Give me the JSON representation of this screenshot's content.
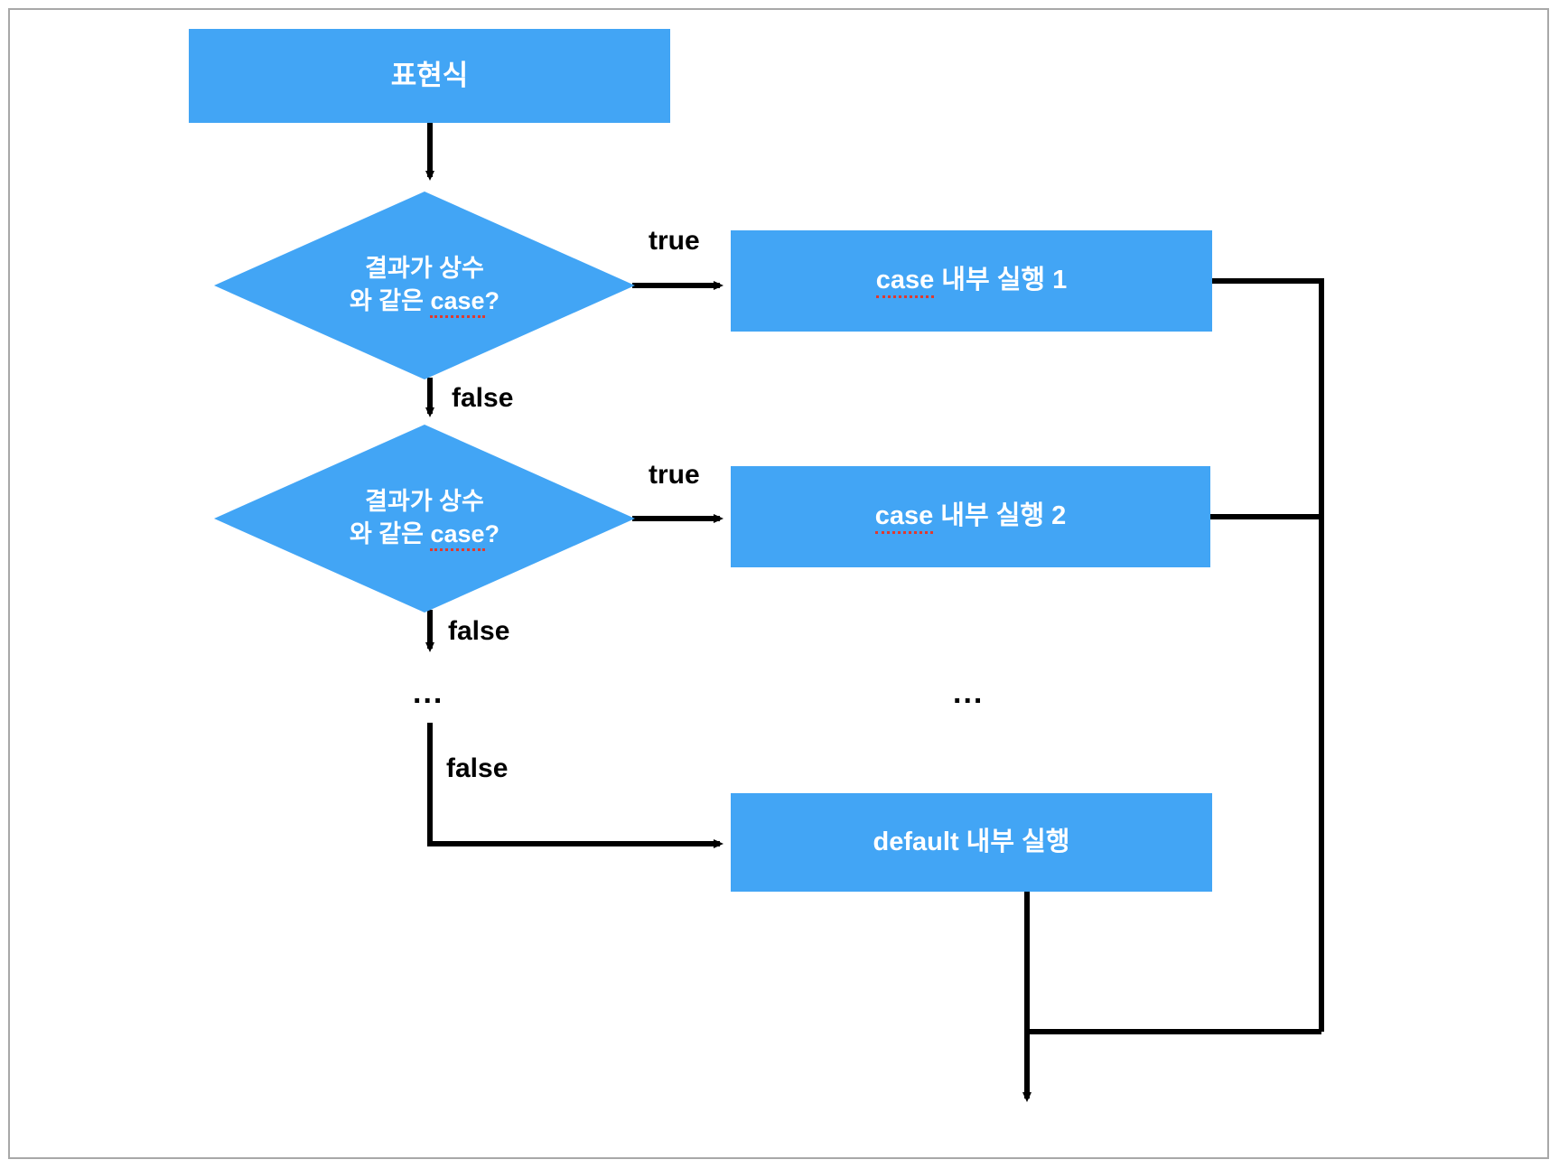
{
  "diagram": {
    "title": "switch statement flow",
    "colors": {
      "node_fill": "#42a5f5",
      "node_text": "#ffffff",
      "edge": "#000000",
      "spellcheck_underline": "#e03a2f",
      "frame_border": "#a8a8a8",
      "background": "#ffffff"
    },
    "nodes": {
      "expression": {
        "label": "표현식"
      },
      "decision_1": {
        "line1": "결과가 상수",
        "line2_prefix": "와 같은 ",
        "line2_keyword": "case",
        "line2_suffix": "?"
      },
      "decision_2": {
        "line1": "결과가 상수",
        "line2_prefix": "와 같은 ",
        "line2_keyword": "case",
        "line2_suffix": "?"
      },
      "case_body_1": {
        "keyword": "case",
        "rest": " 내부 실행 1"
      },
      "case_body_2": {
        "keyword": "case",
        "rest": " 내부 실행 2"
      },
      "default_body": {
        "keyword": "default",
        "rest": " 내부 실행"
      }
    },
    "edge_labels": {
      "true_1": "true",
      "false_1": "false",
      "true_2": "true",
      "false_2": "false",
      "false_3": "false"
    },
    "ellipses": {
      "left": "...",
      "right": "..."
    }
  }
}
